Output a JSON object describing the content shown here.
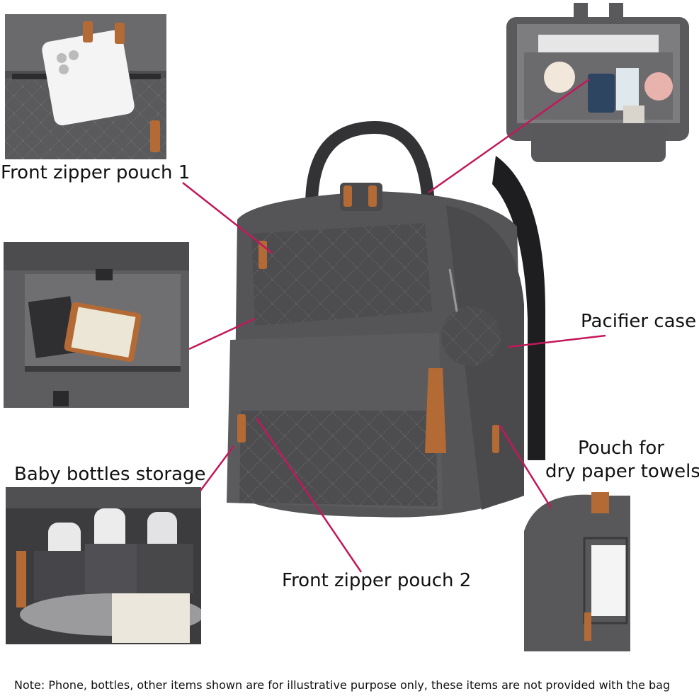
{
  "labels": {
    "front_pouch_1": "Front zipper pouch 1",
    "pacifier_case": "Pacifier case",
    "paper_towels_line1": "Pouch for",
    "paper_towels_line2": "dry paper towels",
    "bottles_storage": "Baby bottles storage",
    "front_pouch_2": "Front zipper pouch 2"
  },
  "note": "Note: Phone, bottles, other items shown are for illustrative purpose only, these items are not provided with the bag",
  "colors": {
    "bag": "#555557",
    "bag_dark": "#3e3e40",
    "quilt_line": "#6d6d70",
    "leather_tab": "#b46a35",
    "leader_line": "#c2185b",
    "label_text": "#111111"
  }
}
